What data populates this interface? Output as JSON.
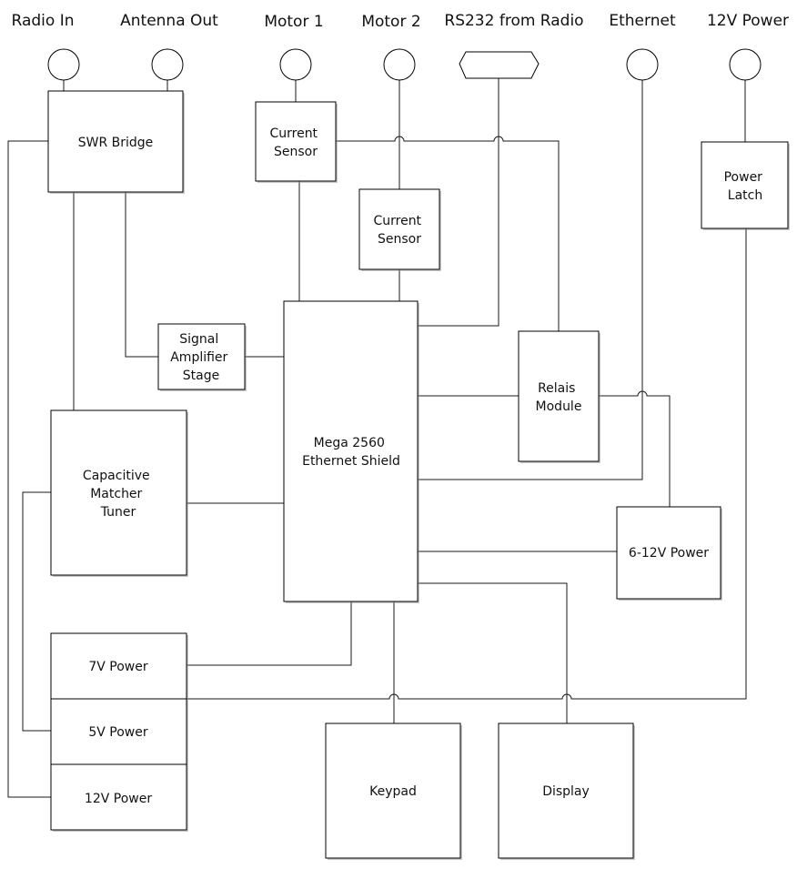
{
  "title": "",
  "headers": {
    "radio_in": "Radio In",
    "antenna_out": "Antenna Out",
    "motor1": "Motor 1",
    "motor2": "Motor 2",
    "rs232": "RS232 from Radio",
    "ethernet": "Ethernet",
    "power12v": "12V Power"
  },
  "blocks": {
    "swr_bridge": [
      "SWR Bridge"
    ],
    "current_sensor_1": [
      "Current",
      "Sensor"
    ],
    "current_sensor_2": [
      "Current",
      "Sensor"
    ],
    "power_latch": [
      "Power",
      "Latch"
    ],
    "signal_amp": [
      "Signal",
      "Amplifier",
      "Stage"
    ],
    "mega": [
      "Mega 2560",
      "Ethernet Shield"
    ],
    "relais": [
      "Relais",
      "Module"
    ],
    "cap_tuner": [
      "Capacitive",
      "Matcher",
      "Tuner"
    ],
    "power_6_12v": [
      "6-12V Power"
    ],
    "power_7v": [
      "7V Power"
    ],
    "power_5v": [
      "5V Power"
    ],
    "power_12v": [
      "12V Power"
    ],
    "keypad": [
      "Keypad"
    ],
    "display": [
      "Display"
    ]
  }
}
